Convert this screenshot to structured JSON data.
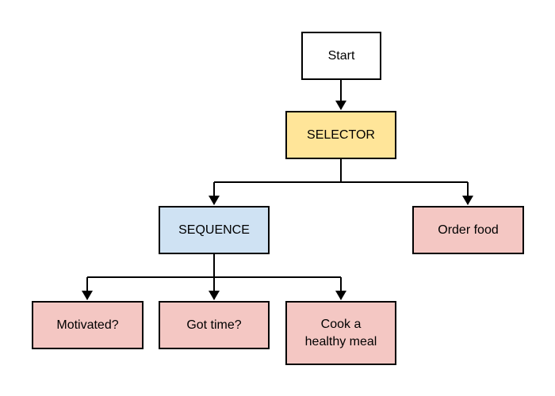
{
  "colors": {
    "start": "#ffffff",
    "selector": "#ffe599",
    "sequence": "#cfe2f3",
    "action": "#f4c7c3",
    "line": "#000000"
  },
  "nodes": {
    "start": {
      "label": "Start"
    },
    "selector": {
      "label": "SELECTOR"
    },
    "sequence": {
      "label": "SEQUENCE"
    },
    "order_food": {
      "label": "Order food"
    },
    "motivated": {
      "label": "Motivated?"
    },
    "got_time": {
      "label": "Got time?"
    },
    "cook_meal": {
      "label": "Cook a\nhealthy meal"
    }
  }
}
